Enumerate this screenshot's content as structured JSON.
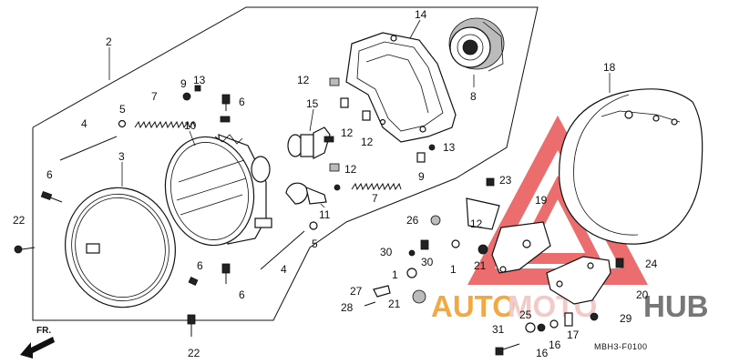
{
  "diagram": {
    "diagram_code": "MBH3-F0100",
    "direction_label": "FR.",
    "watermark": {
      "word_left": "AUTO",
      "word_middle": "MOTO",
      "word_right": "HUB",
      "colors": {
        "auto": "#f2a43a",
        "moto": "#f2c8c8",
        "hub": "#707070",
        "triangle": "#e84a4a"
      }
    },
    "callouts": [
      "2",
      "14",
      "8",
      "18",
      "12",
      "15",
      "12",
      "12",
      "13",
      "9",
      "13",
      "7",
      "6",
      "5",
      "4",
      "10",
      "3",
      "6",
      "12",
      "9",
      "7",
      "11",
      "23",
      "19",
      "22",
      "26",
      "12",
      "5",
      "4",
      "30",
      "6",
      "1",
      "30",
      "1",
      "21",
      "24",
      "27",
      "21",
      "28",
      "6",
      "20",
      "25",
      "29",
      "31",
      "17",
      "16",
      "16",
      "22"
    ]
  }
}
